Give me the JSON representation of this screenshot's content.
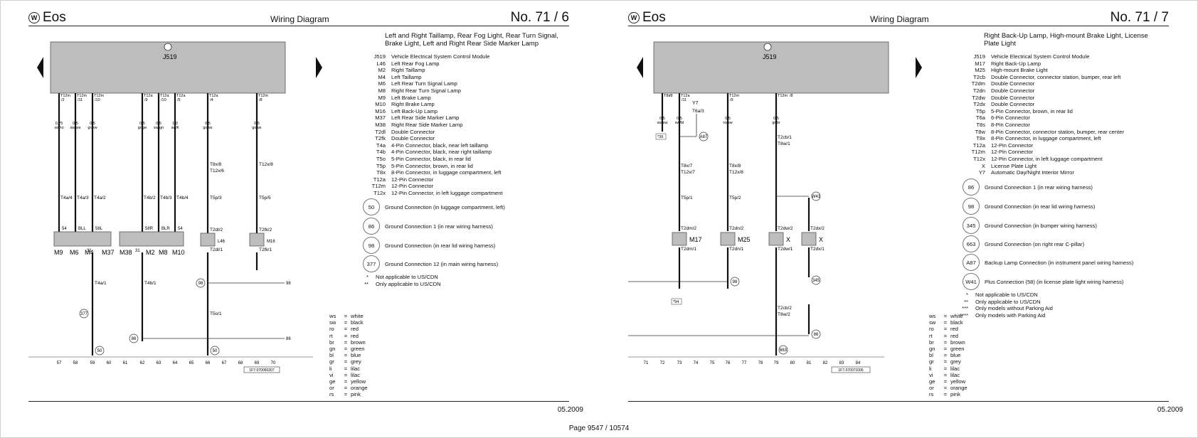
{
  "footer": {
    "page": "Page 9547 / 10574"
  },
  "pages": [
    {
      "model": "Eos",
      "doc_type": "Wiring Diagram",
      "doc_no": "No. 71 / 6",
      "date": "05.2009",
      "title_lines": [
        "Left and Right Taillamp, Rear Fog Light, Rear Turn Signal,",
        "Brake Light, Left and Right Rear Side Marker Lamp"
      ],
      "legend": [
        {
          "code": "J519",
          "desc": "Vehicle Electrical System Control Module"
        },
        {
          "code": "L46",
          "desc": "Left Rear Fog Lamp"
        },
        {
          "code": "M2",
          "desc": "Right Taillamp"
        },
        {
          "code": "M4",
          "desc": "Left Taillamp"
        },
        {
          "code": "M6",
          "desc": "Left Rear Turn Signal Lamp"
        },
        {
          "code": "M8",
          "desc": "Right Rear Turn Signal Lamp"
        },
        {
          "code": "M9",
          "desc": "Left Brake Lamp"
        },
        {
          "code": "M10",
          "desc": "Right Brake Lamp"
        },
        {
          "code": "M16",
          "desc": "Left Back-Up Lamp"
        },
        {
          "code": "M37",
          "desc": "Left Rear Side Marker Lamp"
        },
        {
          "code": "M38",
          "desc": "Right Rear Side Marker Lamp"
        },
        {
          "code": "T2dl",
          "desc": "Double Connector"
        },
        {
          "code": "T2fk",
          "desc": "Double Connector"
        },
        {
          "code": "T4a",
          "desc": "4-Pin Connector, black, near left taillamp"
        },
        {
          "code": "T4b",
          "desc": "4-Pin Connector, black, near right taillamp"
        },
        {
          "code": "T5o",
          "desc": "5-Pin Connector, black, in rear lid"
        },
        {
          "code": "T5p",
          "desc": "5-Pin Connector, brown, in rear lid"
        },
        {
          "code": "T8x",
          "desc": "8-Pin Connector, in luggage compartment, left"
        },
        {
          "code": "T12a",
          "desc": "12-Pin Connector"
        },
        {
          "code": "T12m",
          "desc": "12-Pin Connector"
        },
        {
          "code": "T12x",
          "desc": "12-Pin Connector, in left luggage compartment"
        }
      ],
      "grounds": [
        {
          "num": "50",
          "desc": "Ground Connection (in luggage compartment, left)"
        },
        {
          "num": "86",
          "desc": "Ground Connection 1 (in rear wiring harness)"
        },
        {
          "num": "98",
          "desc": "Ground Connection (in rear lid wiring harness)"
        },
        {
          "num": "377",
          "desc": "Ground Connection 12 (in main wiring harness)"
        }
      ],
      "notes": [
        {
          "mark": "*",
          "text": "Not applicable to US/CDN"
        },
        {
          "mark": "**",
          "text": "Only applicable to US/CDN"
        }
      ],
      "diagram": {
        "module": "J519",
        "wires": [
          {
            "conn": "T12m",
            "pin": "/2",
            "size": "0,75",
            "color": "sw/ro"
          },
          {
            "conn": "T12m",
            "pin": "/11",
            "size": "0,5",
            "color": "sw/ws"
          },
          {
            "conn": "T12m",
            "pin": "/10",
            "size": "0,5",
            "color": "gr/sw"
          },
          {
            "conn": "T12a",
            "pin": "/9",
            "size": "0,5",
            "color": "gr/ge"
          },
          {
            "conn": "T12a",
            "pin": "/10",
            "size": "0,5",
            "color": "sw/gn"
          },
          {
            "conn": "T12a",
            "pin": "/5",
            "size": "1,0",
            "color": "sw/li"
          },
          {
            "conn": "T12a",
            "pin": "/4",
            "size": "0,5",
            "color": "gr/ws"
          },
          {
            "conn": "T12m",
            "pin": "/8",
            "size": "0,5",
            "color": "gr/ws"
          }
        ],
        "components": [
          "M9",
          "M6",
          "M4",
          "M37",
          "M38",
          "M2",
          "M8",
          "M10"
        ],
        "refs": [
          "T4a/4",
          "T4a/3",
          "T4a/2",
          "T4b/2",
          "T4b/3",
          "T4b/4",
          "T5p/3",
          "T5p/5",
          "T4a/1",
          "T4b/1",
          "T5o/1",
          "T8x/8",
          "T12x/6",
          "T12x/8",
          "T2dl/2",
          "T2dl/1",
          "T2fk/2",
          "T2fk/1"
        ],
        "inline_labels": [
          "54",
          "BLL",
          "58L",
          "58R",
          "BLR",
          "54",
          "31",
          "31",
          "L46",
          "M16"
        ],
        "grounds": [
          "377",
          "86",
          "98",
          "50"
        ],
        "bus_labels": [
          "98",
          "86"
        ],
        "tracks": [
          "57",
          "58",
          "59",
          "60",
          "61",
          "62",
          "63",
          "64",
          "65",
          "66",
          "67",
          "68",
          "69",
          "70"
        ],
        "code": "1F7-070060307"
      },
      "colors": [
        {
          "ab": "ws",
          "name": "white"
        },
        {
          "ab": "sw",
          "name": "black"
        },
        {
          "ab": "ro",
          "name": "red"
        },
        {
          "ab": "rt",
          "name": "red"
        },
        {
          "ab": "br",
          "name": "brown"
        },
        {
          "ab": "gn",
          "name": "green"
        },
        {
          "ab": "bl",
          "name": "blue"
        },
        {
          "ab": "gr",
          "name": "grey"
        },
        {
          "ab": "li",
          "name": "lilac"
        },
        {
          "ab": "vi",
          "name": "lilac"
        },
        {
          "ab": "ge",
          "name": "yellow"
        },
        {
          "ab": "or",
          "name": "orange"
        },
        {
          "ab": "rs",
          "name": "pink"
        }
      ]
    },
    {
      "model": "Eos",
      "doc_type": "Wiring Diagram",
      "doc_no": "No. 71 / 7",
      "date": "05.2009",
      "title_lines": [
        "Right Back-Up Lamp, High-mount Brake Light, License",
        "Plate Light"
      ],
      "legend": [
        {
          "code": "J519",
          "desc": "Vehicle Electrical System Control Module"
        },
        {
          "code": "M17",
          "desc": "Right Back-Up Lamp"
        },
        {
          "code": "M25",
          "desc": "High-mount Brake Light"
        },
        {
          "code": "T2cb",
          "desc": "Double Connector, connector station, bumper, rear left"
        },
        {
          "code": "T2dm",
          "desc": "Double Connector"
        },
        {
          "code": "T2dn",
          "desc": "Double Connector"
        },
        {
          "code": "T2dw",
          "desc": "Double Connector"
        },
        {
          "code": "T2dx",
          "desc": "Double Connector"
        },
        {
          "code": "T5p",
          "desc": "5-Pin Connector, brown, in rear lid"
        },
        {
          "code": "T6a",
          "desc": "6-Pin Connector"
        },
        {
          "code": "T8s",
          "desc": "8-Pin Connector"
        },
        {
          "code": "T8w",
          "desc": "8-Pin Connector, connector station, bumper, rear center"
        },
        {
          "code": "T8x",
          "desc": "8-Pin Connector, in luggage compartment, left"
        },
        {
          "code": "T12a",
          "desc": "12-Pin Connector"
        },
        {
          "code": "T12m",
          "desc": "12-Pin Connector"
        },
        {
          "code": "T12x",
          "desc": "12-Pin Connector, in left luggage compartment"
        },
        {
          "code": "X",
          "desc": "License Plate Light"
        },
        {
          "code": "Y7",
          "desc": "Automatic Day/Night Interior Mirror"
        }
      ],
      "grounds": [
        {
          "num": "86",
          "desc": "Ground Connection 1 (in rear wiring harness)"
        },
        {
          "num": "98",
          "desc": "Ground Connection (in rear lid wiring harness)"
        },
        {
          "num": "345",
          "desc": "Ground Connection (in bumper wiring harness)"
        },
        {
          "num": "663",
          "desc": "Ground Connection (on right rear C-pillar)"
        },
        {
          "num": "A87",
          "desc": "Backup Lamp Connection (in instrument panel wiring harness)"
        },
        {
          "num": "W41",
          "desc": "Plus Connection (58) (in license plate light wiring harness)"
        }
      ],
      "notes": [
        {
          "mark": "*",
          "text": "Not applicable to US/CDN"
        },
        {
          "mark": "**",
          "text": "Only applicable to US/CDN"
        },
        {
          "mark": "***",
          "text": "Only models without Parking Aid"
        },
        {
          "mark": "****",
          "text": "Only models with Parking Aid"
        }
      ],
      "diagram": {
        "module": "J519",
        "wires": [
          {
            "conn": "T8s",
            "pin": "/8",
            "size": "0,5",
            "color": "sw/sw"
          },
          {
            "conn": "T12a",
            "pin": "/11",
            "size": "0,5",
            "color": "sw/bl"
          },
          {
            "conn": "T12m",
            "pin": "/9",
            "size": "0,5",
            "color": "ro/sw"
          },
          {
            "conn": "T12m",
            "pin": "/8",
            "size": "0,5",
            "color": "gr/br"
          }
        ],
        "components": [
          "M17",
          "M25",
          "X",
          "X",
          "Y7"
        ],
        "refs": [
          "T6a/3",
          "T8x/7",
          "T12x/7",
          "T5p/1",
          "T5p/2",
          "T8x/8",
          "T12x/8",
          "T2cb/1",
          "T8w/1",
          "T2dm/2",
          "T2dm/1",
          "T2dn/2",
          "T2dn/1",
          "T2dw/2",
          "T2dw/1",
          "T2dx/2",
          "T2dx/1",
          "T2cb/2",
          "T8w/2"
        ],
        "grounds": [
          "A87",
          "W41",
          "98",
          "345",
          "86",
          "663"
        ],
        "boxed_labels": [
          "*39",
          "*94"
        ],
        "bus_labels": [
          "98",
          "86"
        ],
        "tracks": [
          "71",
          "72",
          "73",
          "74",
          "75",
          "76",
          "77",
          "78",
          "79",
          "80",
          "81",
          "82",
          "83",
          "84"
        ],
        "code": "1F7-070071006"
      },
      "colors": [
        {
          "ab": "ws",
          "name": "white"
        },
        {
          "ab": "sw",
          "name": "black"
        },
        {
          "ab": "ro",
          "name": "red"
        },
        {
          "ab": "rt",
          "name": "red"
        },
        {
          "ab": "br",
          "name": "brown"
        },
        {
          "ab": "gn",
          "name": "green"
        },
        {
          "ab": "bl",
          "name": "blue"
        },
        {
          "ab": "gr",
          "name": "grey"
        },
        {
          "ab": "li",
          "name": "lilac"
        },
        {
          "ab": "vi",
          "name": "lilac"
        },
        {
          "ab": "ge",
          "name": "yellow"
        },
        {
          "ab": "or",
          "name": "orange"
        },
        {
          "ab": "rs",
          "name": "pink"
        }
      ]
    }
  ]
}
